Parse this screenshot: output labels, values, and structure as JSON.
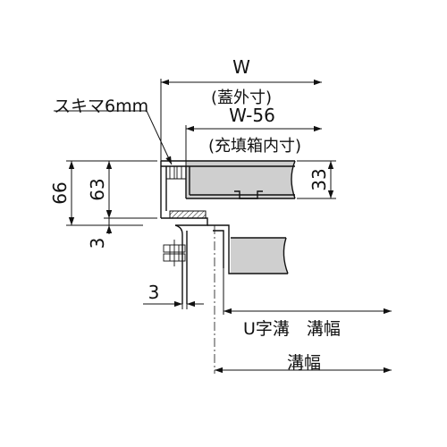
{
  "diagram": {
    "labels": {
      "width_total": "W",
      "width_total_note": "(蓋外寸)",
      "width_fill": "W-56",
      "width_fill_note": "(充填箱内寸)",
      "gap": "スキマ6mm",
      "dim_66": "66",
      "dim_63": "63",
      "dim_3_left": "3",
      "dim_33": "33",
      "dim_3_bottom": "3",
      "channel_width": "U字溝　溝幅",
      "groove_width": "溝幅"
    }
  }
}
